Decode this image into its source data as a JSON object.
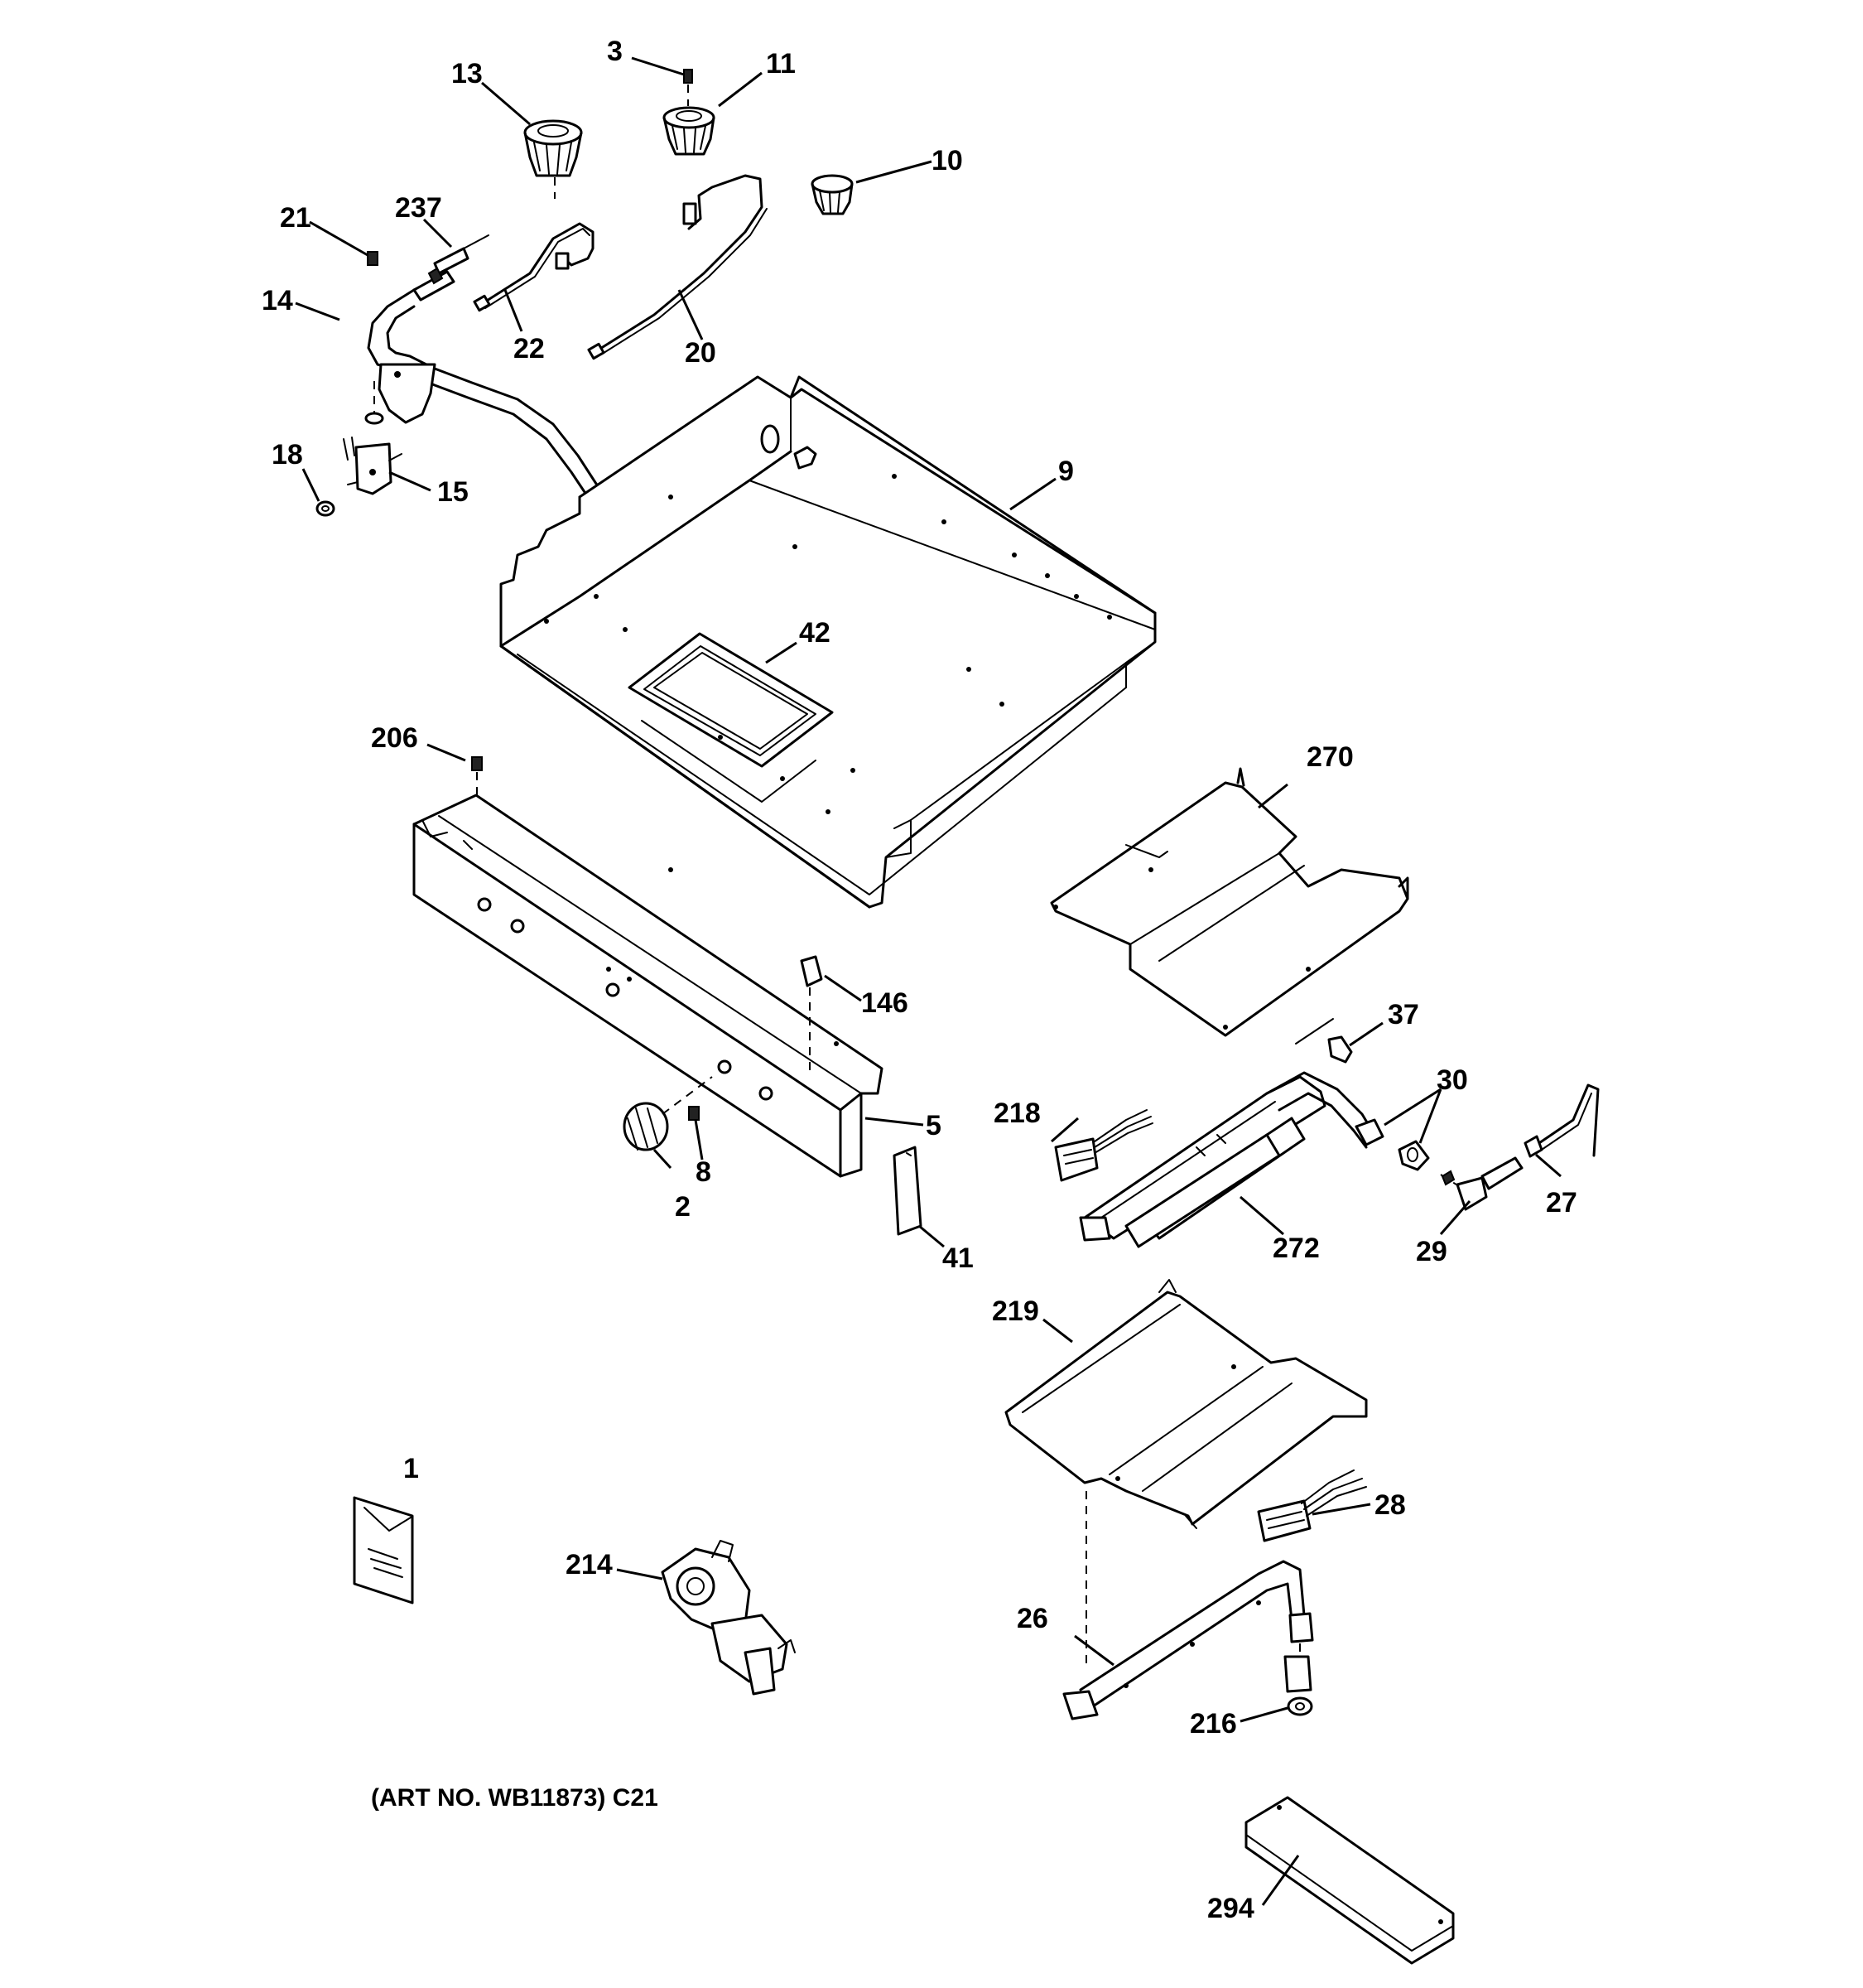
{
  "diagram": {
    "caption": "(ART NO. WB11873) C21",
    "callouts": {
      "p1": "1",
      "p2": "2",
      "p3": "3",
      "p5": "5",
      "p8": "8",
      "p9": "9",
      "p10": "10",
      "p11": "11",
      "p13": "13",
      "p14": "14",
      "p15": "15",
      "p18": "18",
      "p20": "20",
      "p21": "21",
      "p22": "22",
      "p26": "26",
      "p27": "27",
      "p28": "28",
      "p29": "29",
      "p30": "30",
      "p37": "37",
      "p41": "41",
      "p42": "42",
      "p146": "146",
      "p206": "206",
      "p214": "214",
      "p216": "216",
      "p218": "218",
      "p219": "219",
      "p237": "237",
      "p270": "270",
      "p272": "272",
      "p294": "294"
    }
  }
}
